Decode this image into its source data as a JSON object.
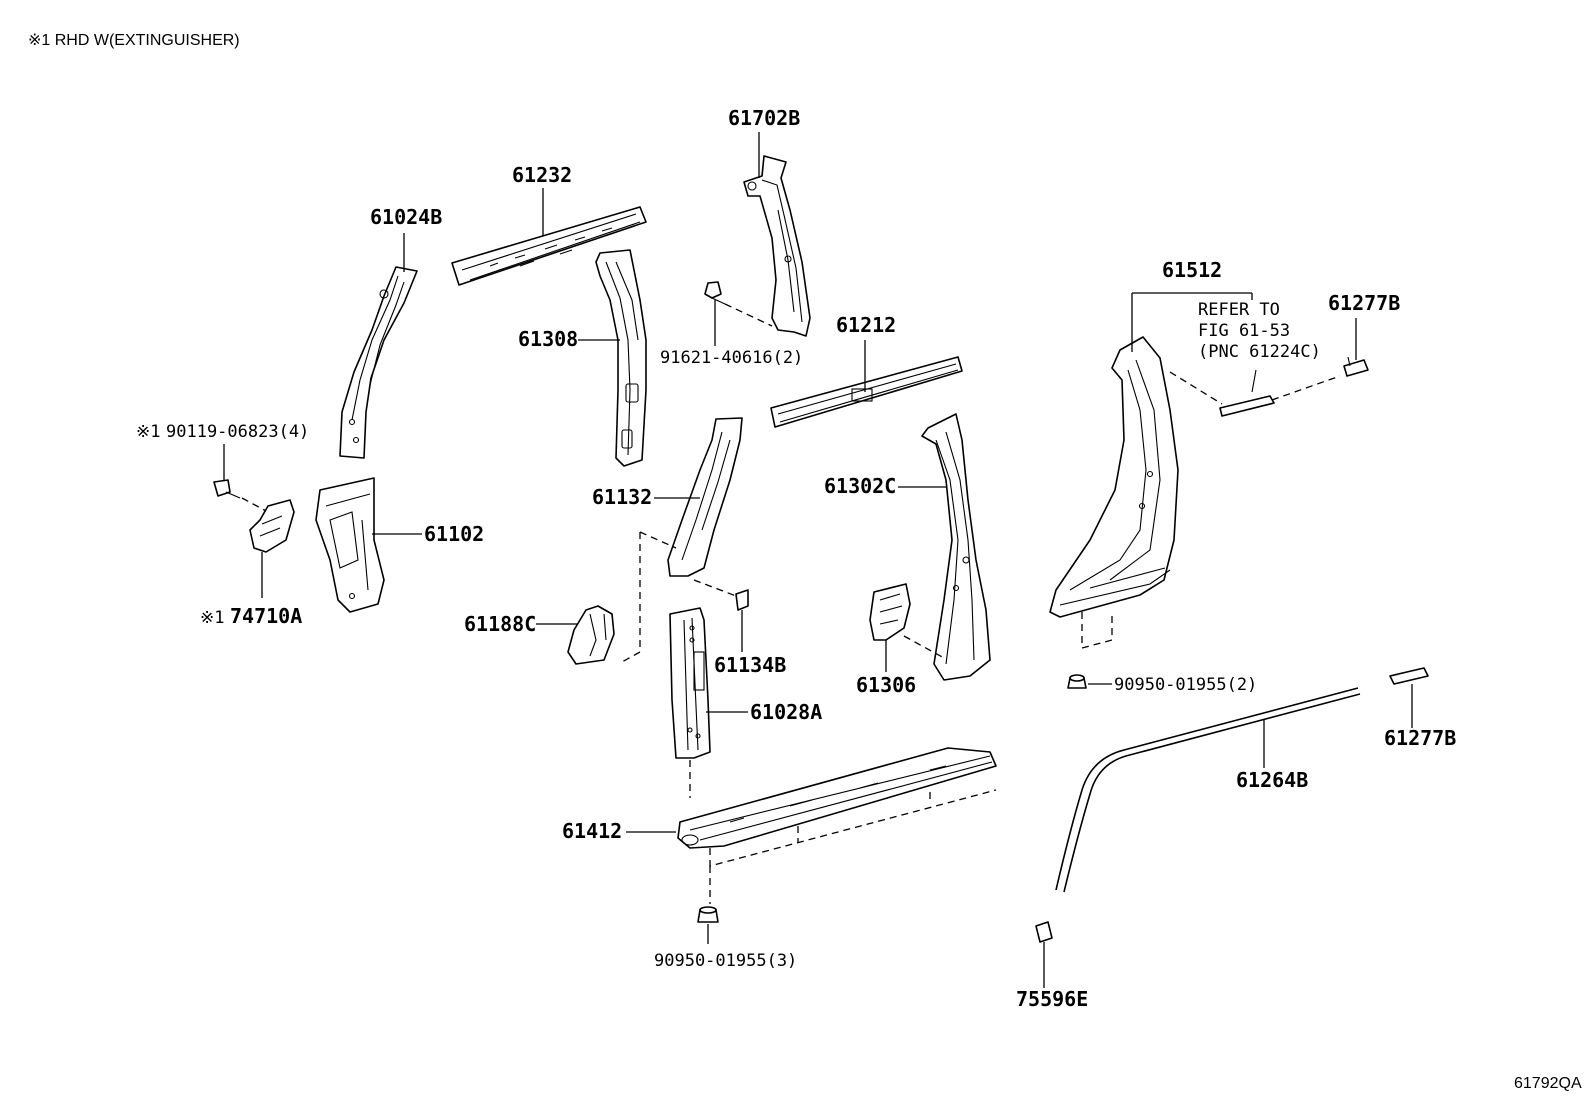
{
  "note": "※1 RHD W(EXTINGUISHER)",
  "diagram_code": "61792QA",
  "refer": {
    "line1": "REFER TO",
    "line2": "FIG 61-53",
    "line3": "(PNC 61224C)"
  },
  "parts": {
    "p61702B": "61702B",
    "p61232": "61232",
    "p61024B": "61024B",
    "p61308": "61308",
    "p91621": "91621-40616(2)",
    "p61212": "61212",
    "p61512": "61512",
    "p61277B_top": "61277B",
    "p90119_mark": "※1",
    "p90119": "90119-06823(4)",
    "p61102": "61102",
    "p74710A_mark": "※1",
    "p74710A": "74710A",
    "p61132": "61132",
    "p61302C": "61302C",
    "p61188C": "61188C",
    "p61134B": "61134B",
    "p61306": "61306",
    "p90950_2": "90950-01955(2)",
    "p61028A": "61028A",
    "p61277B_bot": "61277B",
    "p61264B": "61264B",
    "p61412": "61412",
    "p90950_3": "90950-01955(3)",
    "p75596E": "75596E"
  }
}
